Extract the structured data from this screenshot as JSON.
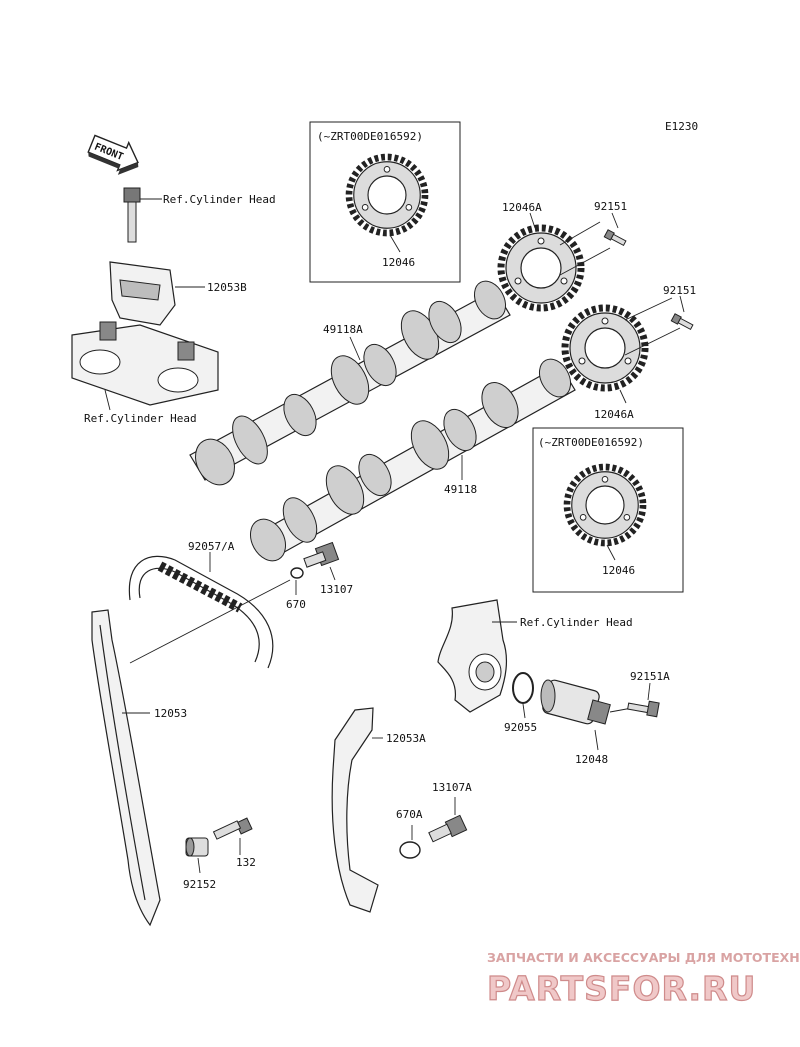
{
  "diagram_code": "E1230",
  "front_arrow": "FRONT",
  "labels": {
    "ref_cylinder_head_top": "Ref.Cylinder Head",
    "ref_cylinder_head_left": "Ref.Cylinder Head",
    "ref_cylinder_head_right": "Ref.Cylinder Head",
    "p_12053B": "12053B",
    "p_49118A": "49118A",
    "p_49118": "49118",
    "p_12046A_top": "12046A",
    "p_12046A_bottom": "12046A",
    "p_92151_top": "92151",
    "p_92151_mid": "92151",
    "p_92057A": "92057/A",
    "p_13107": "13107",
    "p_670": "670",
    "p_12053": "12053",
    "p_12053A": "12053A",
    "p_92151A": "92151A",
    "p_92055": "92055",
    "p_12048": "12048",
    "p_13107A": "13107A",
    "p_670A": "670A",
    "p_132": "132",
    "p_92152": "92152"
  },
  "inset_top": {
    "title": "(~ZRT00DE016592)",
    "part": "12046"
  },
  "inset_bottom": {
    "title": "(~ZRT00DE016592)",
    "part": "12046"
  },
  "watermark": {
    "tagline": "ЗАПЧАСТИ И АКСЕССУАРЫ ДЛЯ МОТОТЕХНИКИ",
    "logo": "PARTSFOR.RU"
  }
}
